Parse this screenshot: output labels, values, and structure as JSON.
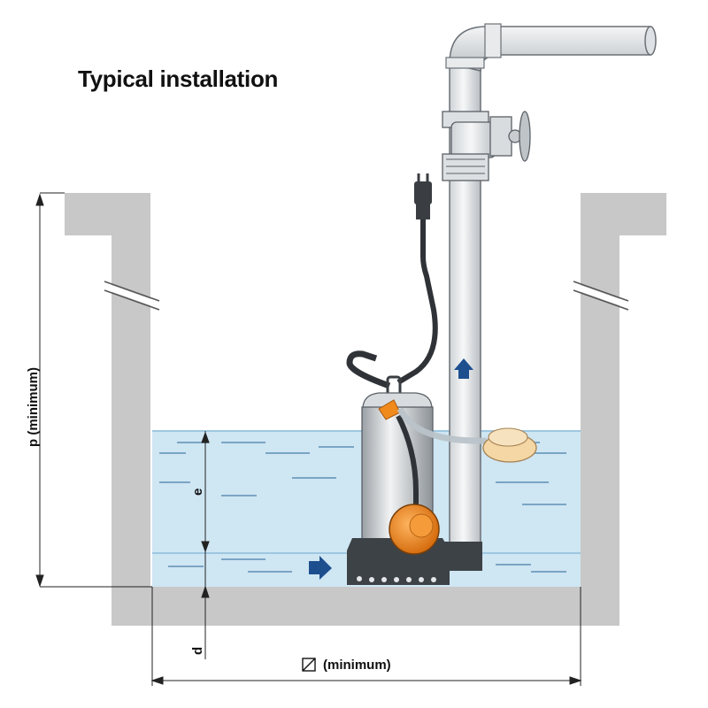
{
  "title": "Typical installation",
  "labels": {
    "depth": "p (minimum)",
    "level_range": "e",
    "bottom_clearance": "d",
    "pit_width": "(minimum)"
  },
  "colors": {
    "wall": "#c8c8c8",
    "water": "#cfe6f3",
    "pipe": "#e6e8ea",
    "float": "#f08a1c",
    "arrow": "#1d4f8f"
  },
  "icons": [
    "diameter-icon",
    "flow-up-arrow-icon",
    "flow-right-arrow-icon",
    "plug-icon"
  ]
}
